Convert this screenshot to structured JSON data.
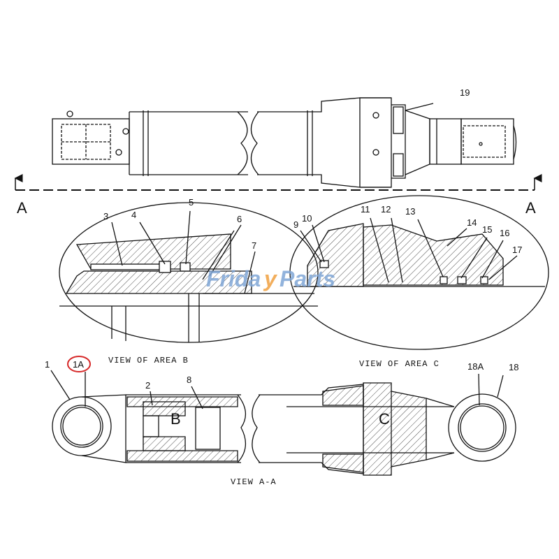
{
  "callouts": {
    "c1": "1",
    "c1A": "1A",
    "c2": "2",
    "c3": "3",
    "c4": "4",
    "c5": "5",
    "c6": "6",
    "c7": "7",
    "c8": "8",
    "c9": "9",
    "c10": "10",
    "c11": "11",
    "c12": "12",
    "c13": "13",
    "c14": "14",
    "c15": "15",
    "c16": "16",
    "c17": "17",
    "c18": "18",
    "c18A": "18A",
    "c19": "19"
  },
  "section_marks": {
    "left": "A",
    "right": "A"
  },
  "area_letters": {
    "b": "B",
    "c": "C"
  },
  "captions": {
    "area_b": "VIEW OF AREA B",
    "area_c": "VIEW OF AREA C",
    "view_aa": "VIEW A-A"
  },
  "watermark": {
    "text_left": "Frida",
    "text_right": "Parts",
    "accent_letter": "y"
  },
  "colors": {
    "line": "#111111",
    "highlight": "#d62828",
    "watermark_blue": "#7fa6d6",
    "watermark_orange": "#f0a040"
  }
}
